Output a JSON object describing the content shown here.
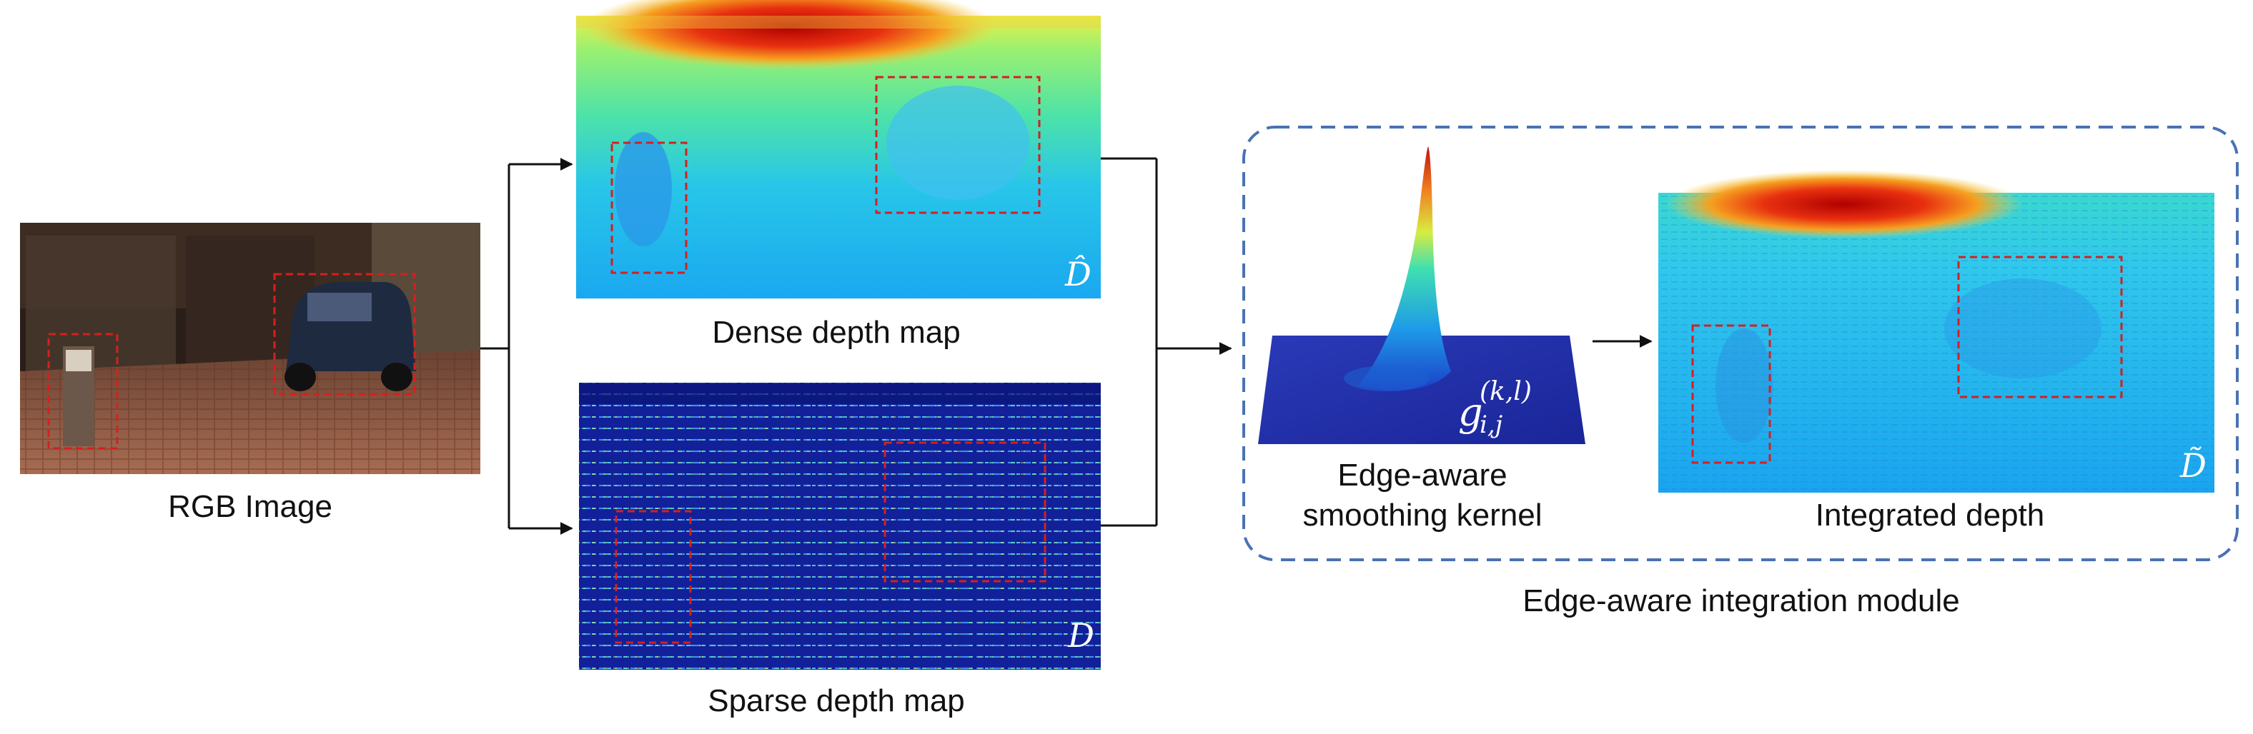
{
  "panels": {
    "rgb": {
      "caption": "RGB Image"
    },
    "dense": {
      "caption": "Dense depth map",
      "symbol": "D̂"
    },
    "sparse": {
      "caption": "Sparse depth map",
      "symbol": "D"
    },
    "kernel": {
      "caption_line1": "Edge-aware",
      "caption_line2": "smoothing kernel",
      "symbol_base": "g",
      "symbol_sup": "(k,l)",
      "symbol_sub": "i,j"
    },
    "integrated": {
      "caption": "Integrated depth",
      "symbol": "D̃"
    }
  },
  "module": {
    "label": "Edge-aware integration module"
  },
  "colors": {
    "box_outline": "#d42020",
    "module_border": "#4a72b4",
    "arrow": "#111111"
  }
}
